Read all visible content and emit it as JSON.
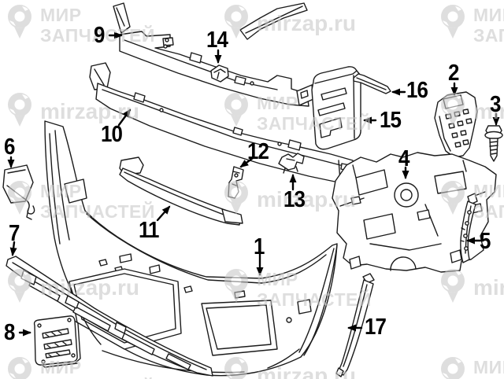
{
  "watermark": {
    "brand_line1": "МИР",
    "brand_line2": "ЗАПЧАСТЕЙ",
    "domain": "mirzap.ru"
  },
  "callouts": [
    {
      "label": "1"
    },
    {
      "label": "2"
    },
    {
      "label": "3"
    },
    {
      "label": "4"
    },
    {
      "label": "5"
    },
    {
      "label": "6"
    },
    {
      "label": "7"
    },
    {
      "label": "8"
    },
    {
      "label": "9"
    },
    {
      "label": "10"
    },
    {
      "label": "11"
    },
    {
      "label": "12"
    },
    {
      "label": "13"
    },
    {
      "label": "14"
    },
    {
      "label": "15"
    },
    {
      "label": "16"
    },
    {
      "label": "17"
    }
  ]
}
